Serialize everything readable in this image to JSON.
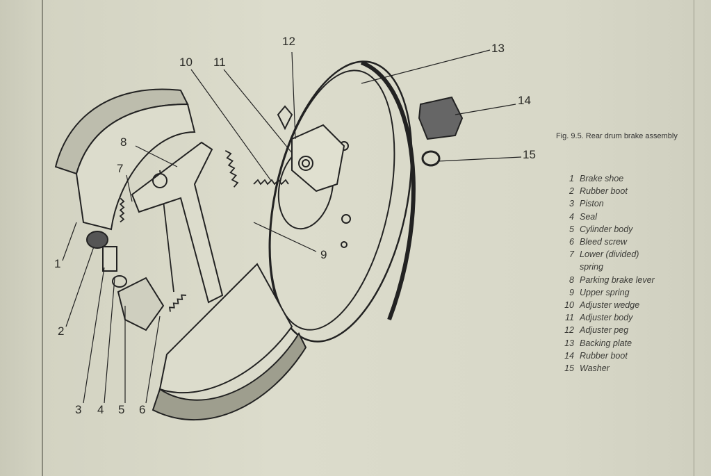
{
  "figure": {
    "caption": "Fig. 9.5. Rear drum brake assembly",
    "callouts": [
      "1",
      "2",
      "3",
      "4",
      "5",
      "6",
      "7",
      "8",
      "9",
      "10",
      "11",
      "12",
      "13",
      "14",
      "15"
    ],
    "legend": [
      {
        "num": "1",
        "label": "Brake shoe"
      },
      {
        "num": "2",
        "label": "Rubber boot"
      },
      {
        "num": "3",
        "label": "Piston"
      },
      {
        "num": "4",
        "label": "Seal"
      },
      {
        "num": "5",
        "label": "Cylinder body"
      },
      {
        "num": "6",
        "label": "Bleed screw"
      },
      {
        "num": "7",
        "label": "Lower (divided) spring"
      },
      {
        "num": "8",
        "label": "Parking brake lever"
      },
      {
        "num": "9",
        "label": "Upper spring"
      },
      {
        "num": "10",
        "label": "Adjuster wedge"
      },
      {
        "num": "11",
        "label": "Adjuster body"
      },
      {
        "num": "12",
        "label": "Adjuster peg"
      },
      {
        "num": "13",
        "label": "Backing plate"
      },
      {
        "num": "14",
        "label": "Rubber boot"
      },
      {
        "num": "15",
        "label": "Washer"
      }
    ]
  }
}
